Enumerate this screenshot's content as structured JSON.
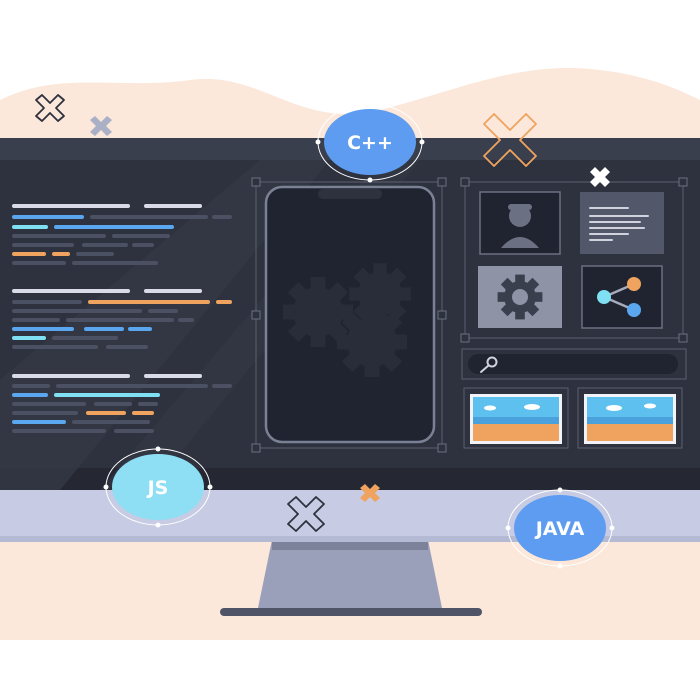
{
  "badges": {
    "cpp": {
      "label": "C++"
    },
    "js": {
      "label": "JS"
    },
    "java": {
      "label": "JAVA"
    }
  },
  "colors": {
    "screen_bg": "#2e323e",
    "bezel": "#c7cbe3",
    "phone_bg": "#202330",
    "badge_blue": "#5d9cf0",
    "badge_cyan": "#8fdff4",
    "accent_orange": "#f0a35e",
    "accent_blue": "#5aa7f0",
    "accent_cyan": "#7ee0f2",
    "backdrop_peach": "#fbe8da"
  },
  "icons": {
    "avatar": "user-avatar-icon",
    "document": "document-card-icon",
    "gear": "gear-icon",
    "share": "share-nodes-icon",
    "search": "search-icon",
    "image": "landscape-image-icon",
    "close": "close-x-icon"
  }
}
